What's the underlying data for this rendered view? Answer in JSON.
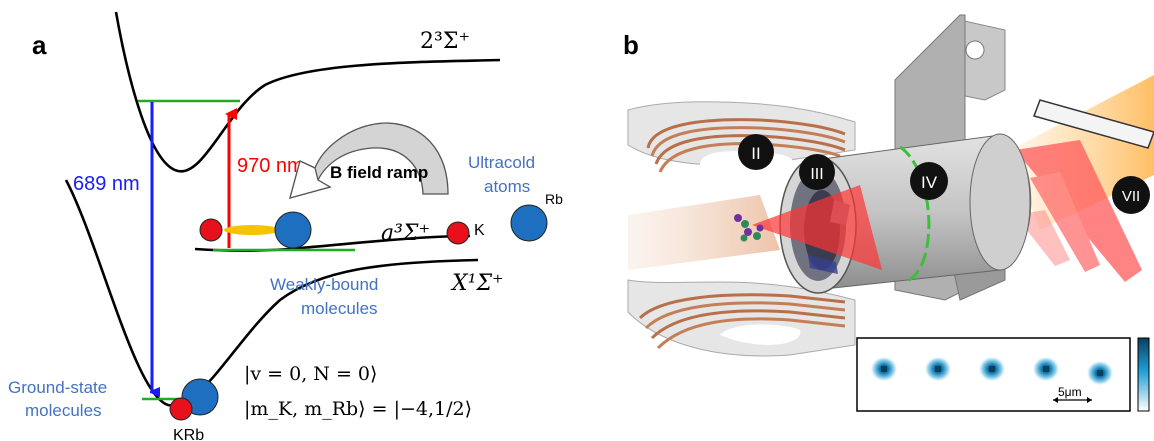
{
  "panel_a": {
    "label": "a",
    "state_upper": "2³Σ⁺",
    "state_triplet": "a³Σ⁺",
    "state_ground": "X¹Σ⁺",
    "wavelength_up": "970 nm",
    "wavelength_down": "689 nm",
    "b_field_label": "B field ramp",
    "ultracold_line1": "Ultracold",
    "ultracold_line2": "atoms",
    "atom_k": "K",
    "atom_rb": "Rb",
    "weakly_line1": "Weakly-bound",
    "weakly_line2": "molecules",
    "ground_line1": "Ground-state",
    "ground_line2": "molecules",
    "molecule": "KRb",
    "ket_vn": "|v = 0, N = 0⟩",
    "ket_m": "|m_K, m_Rb⟩ = |−4,1/2⟩",
    "colors": {
      "blue_arrow": "#1a1aff",
      "red_arrow": "#ff0000",
      "green_level": "#22aa22",
      "k_atom": "#e8101a",
      "rb_atom": "#1f6fc0",
      "bond": "#f5c400",
      "label_blue": "#4472c4"
    }
  },
  "panel_b": {
    "label": "b",
    "roman_ii": "II",
    "roman_iii": "III",
    "roman_iv": "IV",
    "roman_vii": "VII",
    "scale_bar": "5μm",
    "tweezer_spot_count": 5,
    "colors": {
      "coil": "#b8704a",
      "plate": "#e6e6e6",
      "cylinder": "#bdbdbd",
      "beam_red": "#ff3333",
      "beam_orange": "#ffb347",
      "spot": "#0a3f5e",
      "colorbar_top": "#0a3f5e",
      "colorbar_bottom": "#ffffff"
    }
  }
}
